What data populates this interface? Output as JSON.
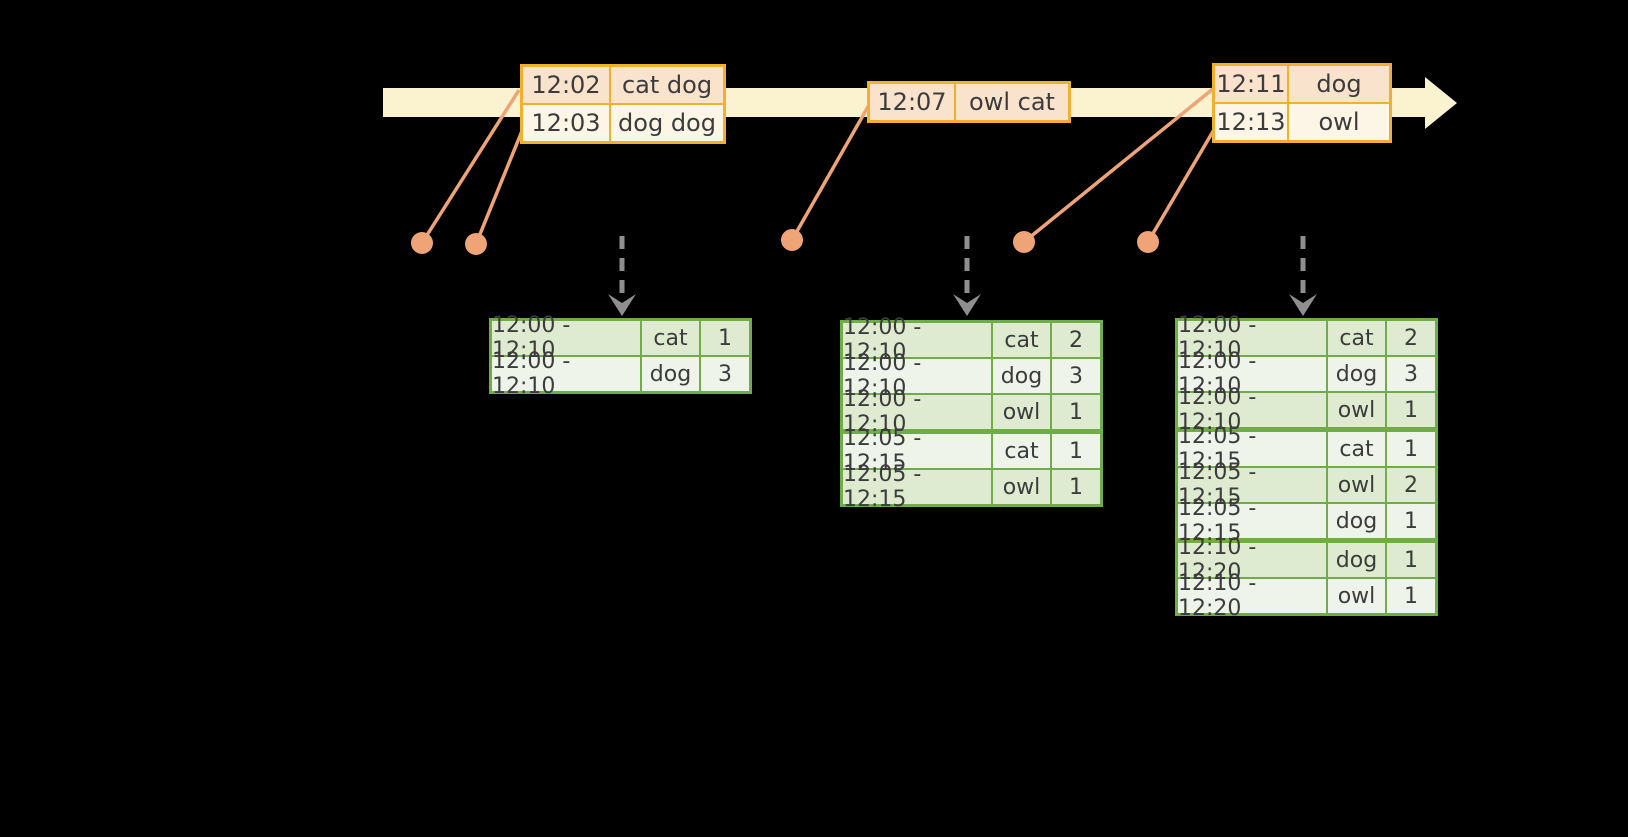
{
  "diagram": {
    "description": "event-time windowed grouped aggregation over a stream",
    "colors": {
      "background": "#000000",
      "timeline_fill": "#FBF2CF",
      "event_table_border": "#F2B02E",
      "event_row_dark": "#FAE3CC",
      "event_row_light": "#FDF6E7",
      "connector_and_dots": "#EEA476",
      "result_table_border": "#70AC47",
      "result_row_dark": "#DEEBD0",
      "result_row_light": "#EFF4EB",
      "trigger_arrow": "#8F8F8F",
      "text": "#3C3C3C"
    },
    "event_tables": [
      {
        "rows": [
          {
            "time": "12:02",
            "words": "cat dog"
          },
          {
            "time": "12:03",
            "words": "dog dog"
          }
        ]
      },
      {
        "rows": [
          {
            "time": "12:07",
            "words": "owl cat"
          }
        ]
      },
      {
        "rows": [
          {
            "time": "12:11",
            "words": "dog"
          },
          {
            "time": "12:13",
            "words": "owl"
          }
        ]
      }
    ],
    "result_tables": [
      {
        "rows": [
          {
            "window": "12:00 - 12:10",
            "word": "cat",
            "count": "1"
          },
          {
            "window": "12:00 - 12:10",
            "word": "dog",
            "count": "3"
          }
        ]
      },
      {
        "rows": [
          {
            "window": "12:00 - 12:10",
            "word": "cat",
            "count": "2"
          },
          {
            "window": "12:00 - 12:10",
            "word": "dog",
            "count": "3"
          },
          {
            "window": "12:00 - 12:10",
            "word": "owl",
            "count": "1"
          },
          {
            "window": "12:05 - 12:15",
            "word": "cat",
            "count": "1"
          },
          {
            "window": "12:05 - 12:15",
            "word": "owl",
            "count": "1"
          }
        ]
      },
      {
        "rows": [
          {
            "window": "12:00 - 12:10",
            "word": "cat",
            "count": "2"
          },
          {
            "window": "12:00 - 12:10",
            "word": "dog",
            "count": "3"
          },
          {
            "window": "12:00 - 12:10",
            "word": "owl",
            "count": "1"
          },
          {
            "window": "12:05 - 12:15",
            "word": "cat",
            "count": "1"
          },
          {
            "window": "12:05 - 12:15",
            "word": "owl",
            "count": "2"
          },
          {
            "window": "12:05 - 12:15",
            "word": "dog",
            "count": "1"
          },
          {
            "window": "12:10 - 12:20",
            "word": "dog",
            "count": "1"
          },
          {
            "window": "12:10 - 12:20",
            "word": "owl",
            "count": "1"
          }
        ]
      }
    ]
  }
}
